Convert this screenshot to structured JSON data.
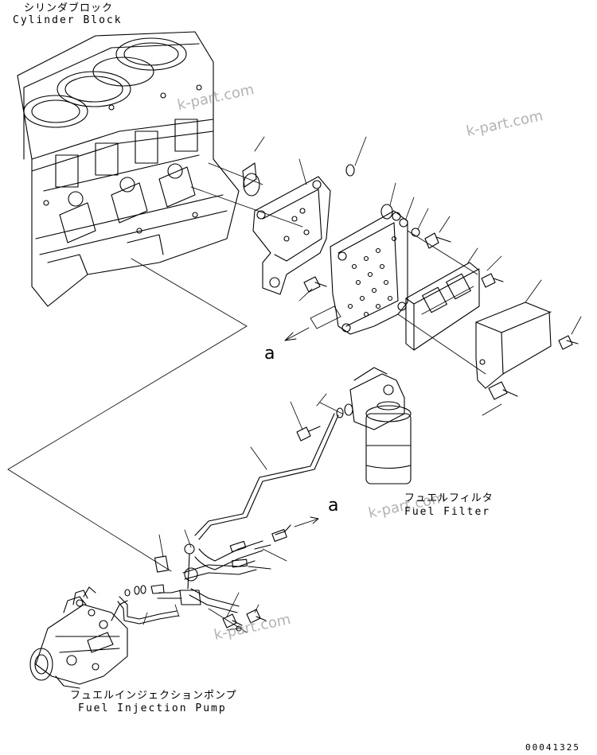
{
  "labels": {
    "cylinder_block_jp": "シリンダブロック",
    "cylinder_block_en": "Cylinder Block",
    "fuel_filter_jp": "フュエルフィルタ",
    "fuel_filter_en": "Fuel Filter",
    "fuel_pump_jp": "フュエルインジェクションポンプ",
    "fuel_pump_en": "Fuel Injection Pump",
    "ref_a_top": "a",
    "ref_a_bottom": "a",
    "drawing_number": "00041325"
  },
  "watermarks": [
    "k-part.com",
    "k-part.com",
    "k-part.com",
    "k-part.com"
  ],
  "colors": {
    "line": "#000000",
    "watermark": "#9a9a9a"
  }
}
